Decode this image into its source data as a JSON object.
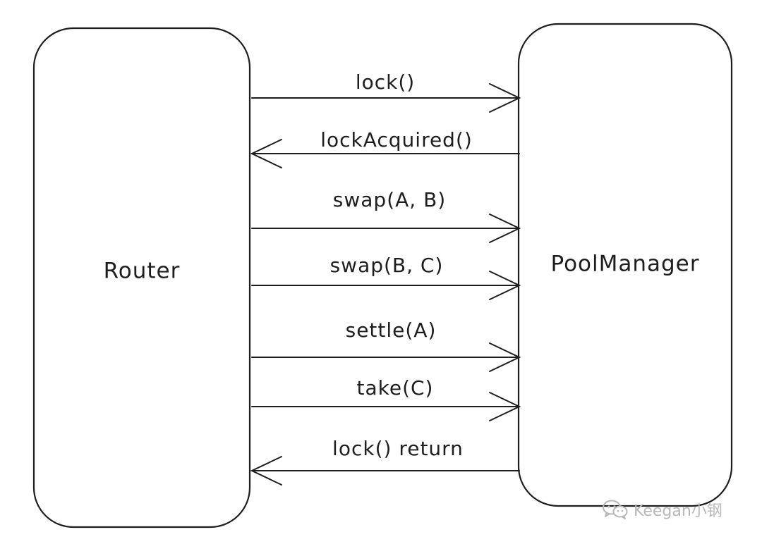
{
  "diagram": {
    "type": "sequence",
    "participants": [
      {
        "id": "router",
        "label": "Router"
      },
      {
        "id": "poolmanager",
        "label": "PoolManager"
      }
    ],
    "messages": [
      {
        "label": "lock()",
        "from": "router",
        "to": "poolmanager"
      },
      {
        "label": "lockAcquired()",
        "from": "poolmanager",
        "to": "router"
      },
      {
        "label": "swap(A, B)",
        "from": "router",
        "to": "poolmanager"
      },
      {
        "label": "swap(B, C)",
        "from": "router",
        "to": "poolmanager"
      },
      {
        "label": "settle(A)",
        "from": "router",
        "to": "poolmanager"
      },
      {
        "label": "take(C)",
        "from": "router",
        "to": "poolmanager"
      },
      {
        "label": "lock() return",
        "from": "poolmanager",
        "to": "router"
      }
    ]
  },
  "watermark": {
    "text": "Keegan小钢",
    "icon": "wechat-icon"
  },
  "colors": {
    "stroke": "#1e1e1e",
    "background": "#ffffff",
    "watermark": "#b8b8b8"
  }
}
